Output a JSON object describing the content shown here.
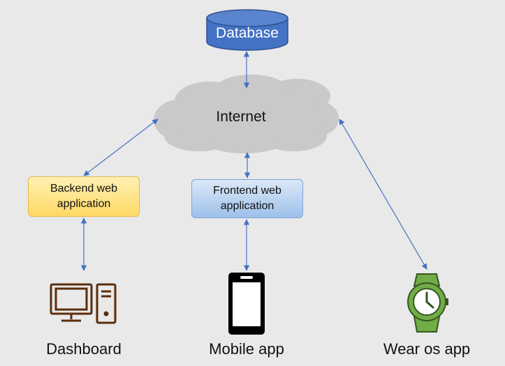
{
  "diagram": {
    "database": {
      "label": "Database",
      "fill": "#4472c4"
    },
    "internet": {
      "label": "Internet",
      "fill": "#c9c9c9"
    },
    "backend": {
      "line1": "Backend web",
      "line2": "application"
    },
    "frontend": {
      "line1": "Frontend web",
      "line2": "application"
    },
    "clients": {
      "dashboard": "Dashboard",
      "mobile": "Mobile app",
      "wear": "Wear os app"
    },
    "colors": {
      "connector": "#4472c4",
      "dashboard_icon": "#5a2d0c",
      "watch_icon": "#70ad47"
    }
  }
}
